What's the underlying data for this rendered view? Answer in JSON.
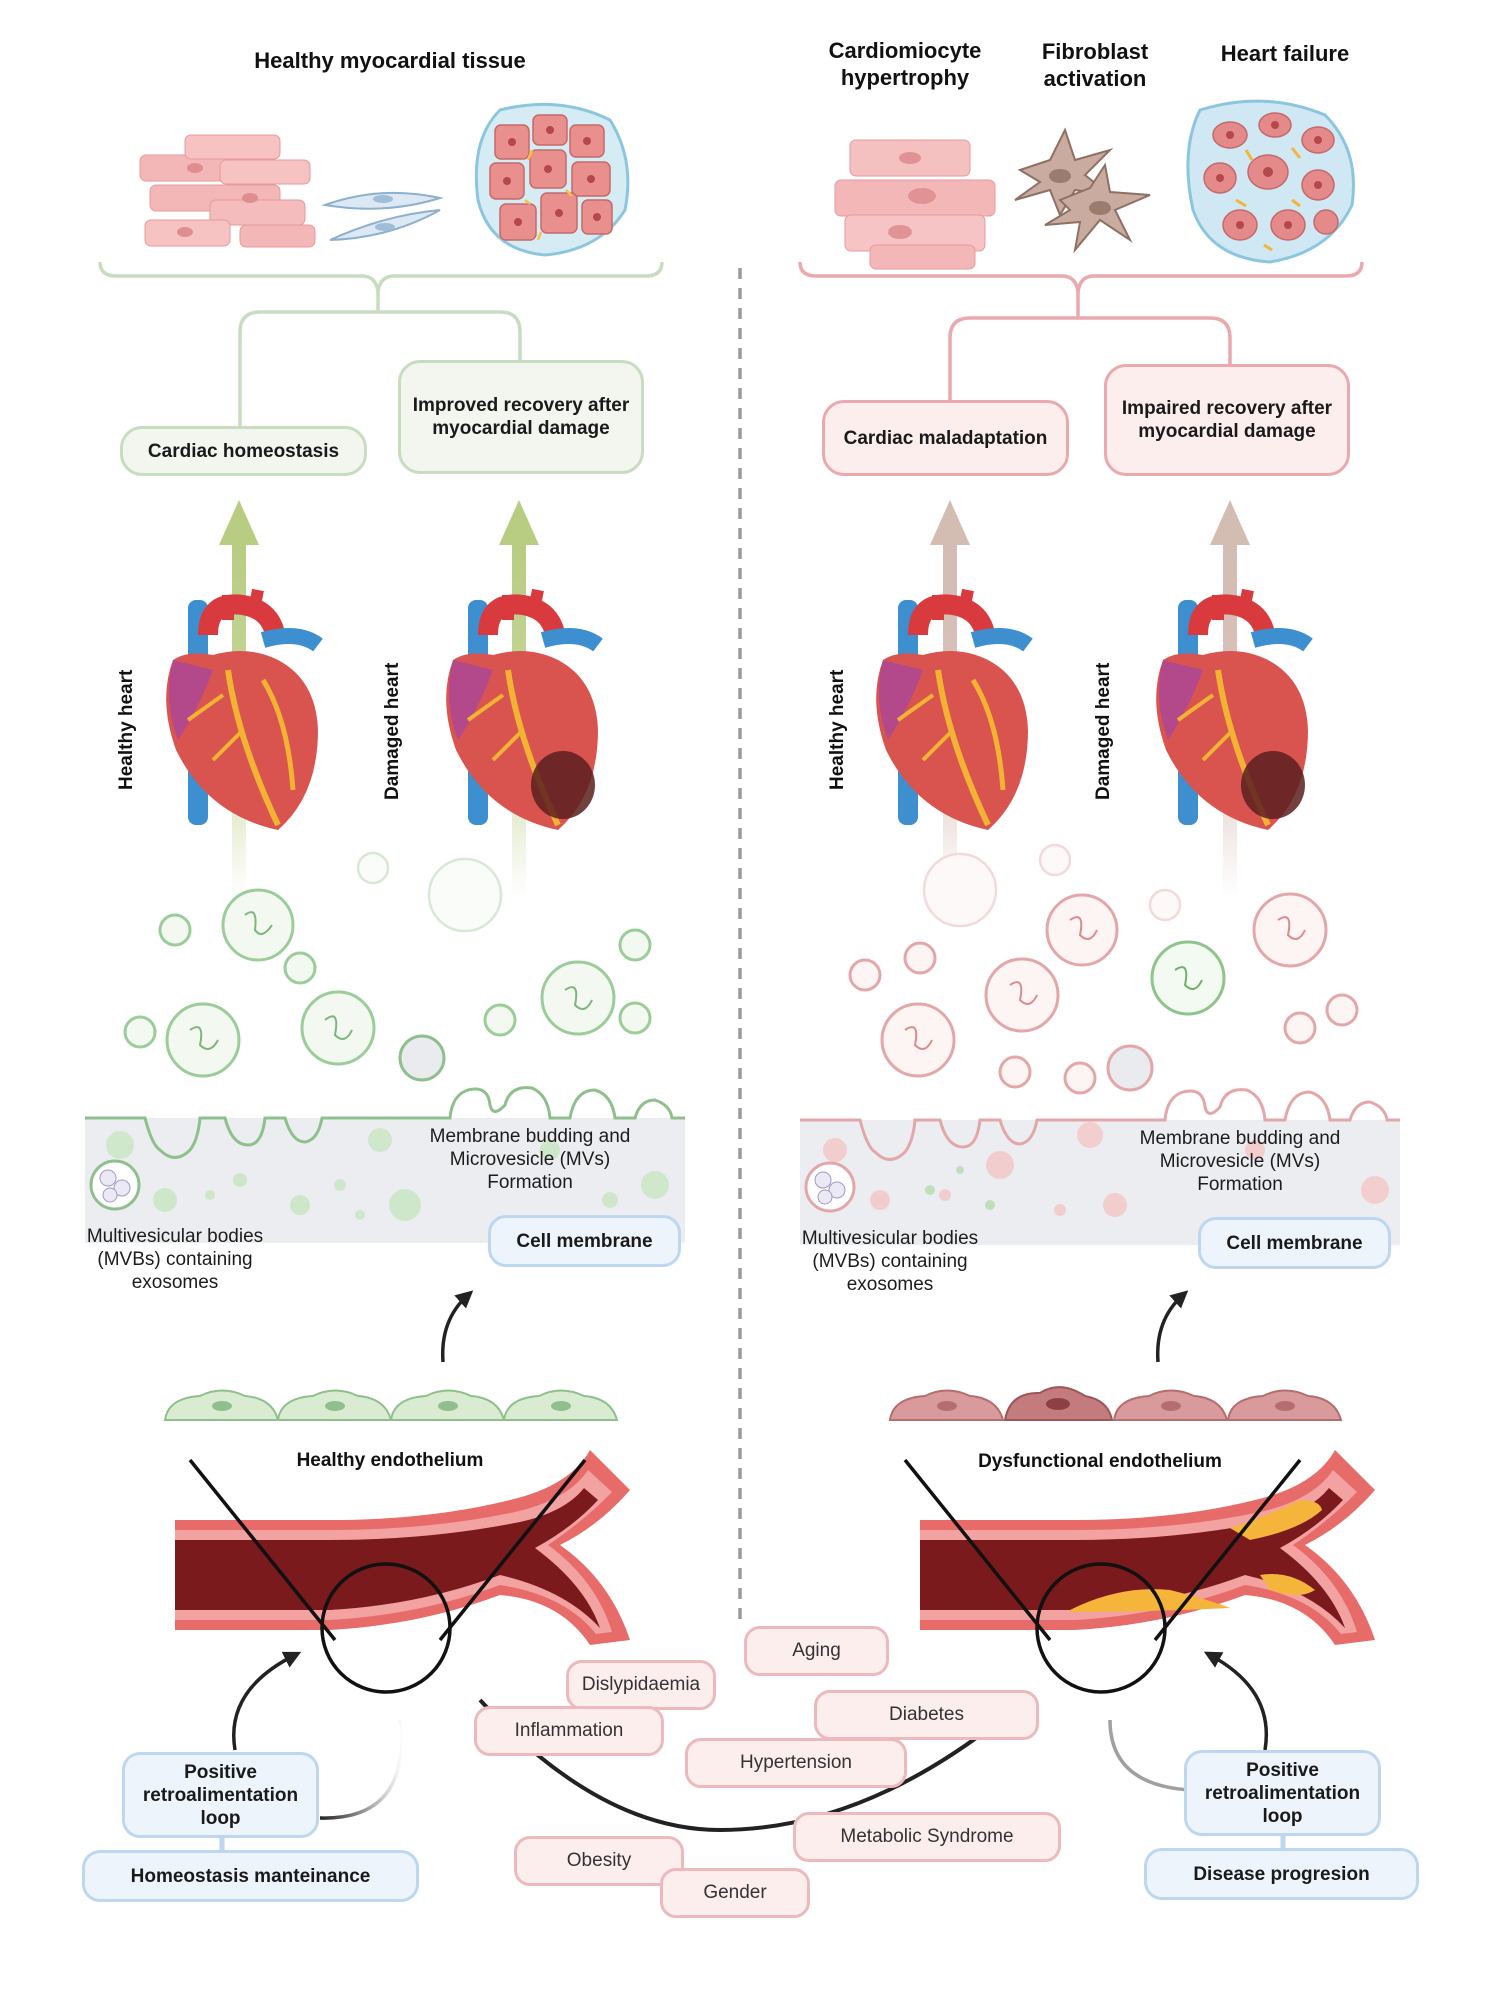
{
  "left": {
    "title": "Healthy myocardial tissue",
    "outcome_1": "Cardiac homeostasis",
    "outcome_2": "Improved recovery after myocardial damage",
    "heart_1": "Healthy heart",
    "heart_2": "Damaged heart",
    "budding": "Membrane budding and Microvesicle (MVs) Formation",
    "mvb": "Multivesicular bodies (MVBs) containing exosomes",
    "membrane": "Cell membrane",
    "endothelium": "Healthy endothelium",
    "loop": "Positive retroalimentation loop",
    "result": "Homeostasis manteinance"
  },
  "right": {
    "title_1": "Cardiomiocyte hypertrophy",
    "title_2": "Fibroblast activation",
    "title_3": "Heart failure",
    "outcome_1": "Cardiac maladaptation",
    "outcome_2": "Impaired recovery after myocardial damage",
    "heart_1": "Healthy heart",
    "heart_2": "Damaged heart",
    "budding": "Membrane budding and Microvesicle (MVs) Formation",
    "mvb": "Multivesicular bodies (MVBs) containing exosomes",
    "membrane": "Cell membrane",
    "endothelium": "Dysfunctional endothelium",
    "loop": "Positive retroalimentation loop",
    "result": "Disease progresion"
  },
  "risk_factors": [
    "Aging",
    "Dislypidaemia",
    "Diabetes",
    "Inflammation",
    "Hypertension",
    "Metabolic Syndrome",
    "Obesity",
    "Gender"
  ],
  "colors": {
    "green_accent": "#c8dcc0",
    "red_accent": "#e9a9ad",
    "blue_accent": "#bcd7ef",
    "vessel_dark": "#7a1a1c",
    "plaque": "#f5b43a"
  }
}
